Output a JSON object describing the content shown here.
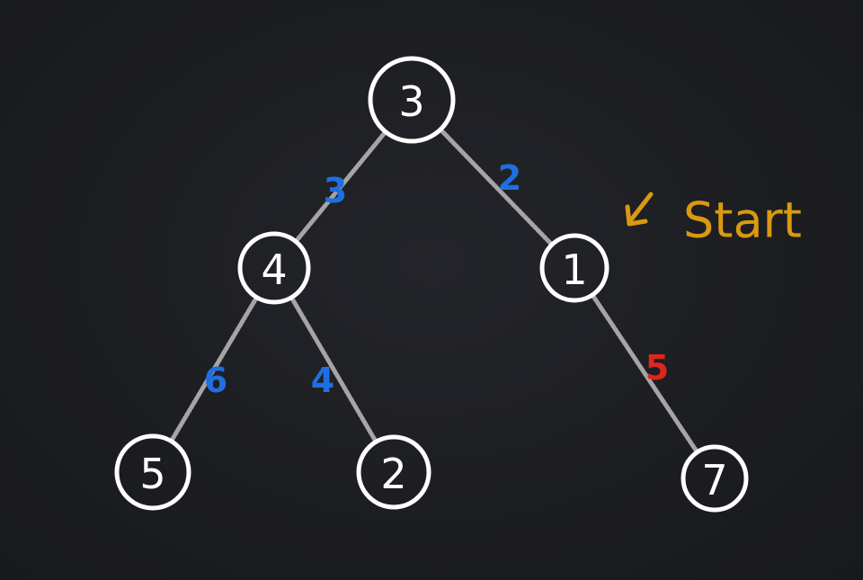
{
  "colors": {
    "background": "#1d1e22",
    "node": "#ffffff",
    "edge": "#bdbdbd",
    "weight_blue": "#1f6fe0",
    "weight_red": "#e0261c",
    "start": "#d99a10"
  },
  "nodes": [
    {
      "id": "n3",
      "label": "3"
    },
    {
      "id": "n4",
      "label": "4"
    },
    {
      "id": "n1",
      "label": "1"
    },
    {
      "id": "n5",
      "label": "5"
    },
    {
      "id": "n2",
      "label": "2"
    },
    {
      "id": "n7",
      "label": "7"
    }
  ],
  "edges": [
    {
      "from": "n3",
      "to": "n4",
      "weight": "3",
      "color": "#1f6fe0"
    },
    {
      "from": "n3",
      "to": "n1",
      "weight": "2",
      "color": "#1f6fe0"
    },
    {
      "from": "n4",
      "to": "n5",
      "weight": "6",
      "color": "#1f6fe0"
    },
    {
      "from": "n4",
      "to": "n2",
      "weight": "4",
      "color": "#1f6fe0"
    },
    {
      "from": "n1",
      "to": "n7",
      "weight": "5",
      "color": "#e0261c"
    }
  ],
  "annotation": {
    "text": "Start",
    "arrow_icon": "arrow-down-left-icon",
    "target": "n1"
  }
}
